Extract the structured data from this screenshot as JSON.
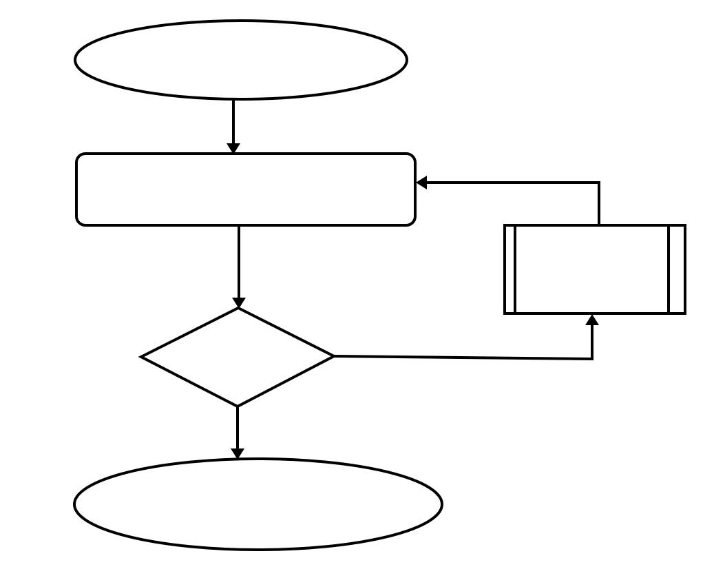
{
  "diagram": {
    "stroke_color": "#000000",
    "background_color": "#ffffff",
    "nodes": [
      {
        "id": "start",
        "shape": "ellipse",
        "label": ""
      },
      {
        "id": "process",
        "shape": "rounded-rectangle",
        "label": ""
      },
      {
        "id": "decision",
        "shape": "diamond",
        "label": ""
      },
      {
        "id": "subroutine",
        "shape": "predefined-process",
        "label": ""
      },
      {
        "id": "end",
        "shape": "ellipse",
        "label": ""
      }
    ],
    "edges": [
      {
        "from": "start",
        "to": "process",
        "label": ""
      },
      {
        "from": "process",
        "to": "decision",
        "label": ""
      },
      {
        "from": "decision",
        "to": "end",
        "label": ""
      },
      {
        "from": "decision",
        "to": "subroutine",
        "label": ""
      },
      {
        "from": "subroutine",
        "to": "process",
        "label": ""
      }
    ]
  }
}
